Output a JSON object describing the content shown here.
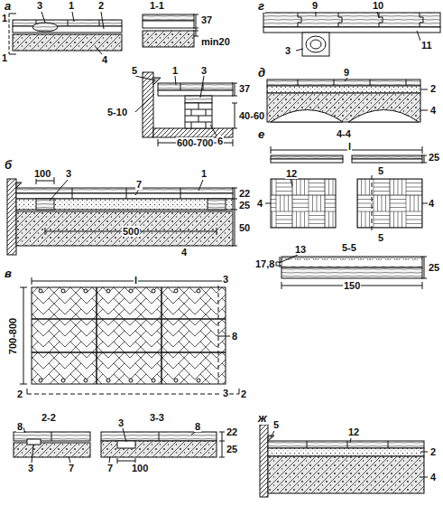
{
  "diagram": {
    "labels": [
      "а",
      "1",
      "3",
      "1",
      "2",
      "1",
      "4",
      "1-1",
      "37",
      "min20",
      "5",
      "1",
      "3",
      "37",
      "5-10",
      "40-60",
      "6",
      "600-700",
      "б",
      "100",
      "3",
      "1",
      "7",
      "22",
      "25",
      "50",
      "500",
      "4",
      "в",
      "l",
      "700-800",
      "2",
      "3",
      "8",
      "3",
      "2",
      "2-2",
      "3-3",
      "8",
      "3",
      "7",
      "3",
      "8",
      "22",
      "25",
      "7",
      "100",
      "г",
      "9",
      "10",
      "3",
      "11",
      "д",
      "9",
      "2",
      "4",
      "е",
      "4-4",
      "l",
      "25",
      "12",
      "5",
      "4",
      "4",
      "5",
      "5-5",
      "13",
      "17,8",
      "25",
      "150",
      "ж",
      "5",
      "12",
      "2",
      "4"
    ]
  }
}
